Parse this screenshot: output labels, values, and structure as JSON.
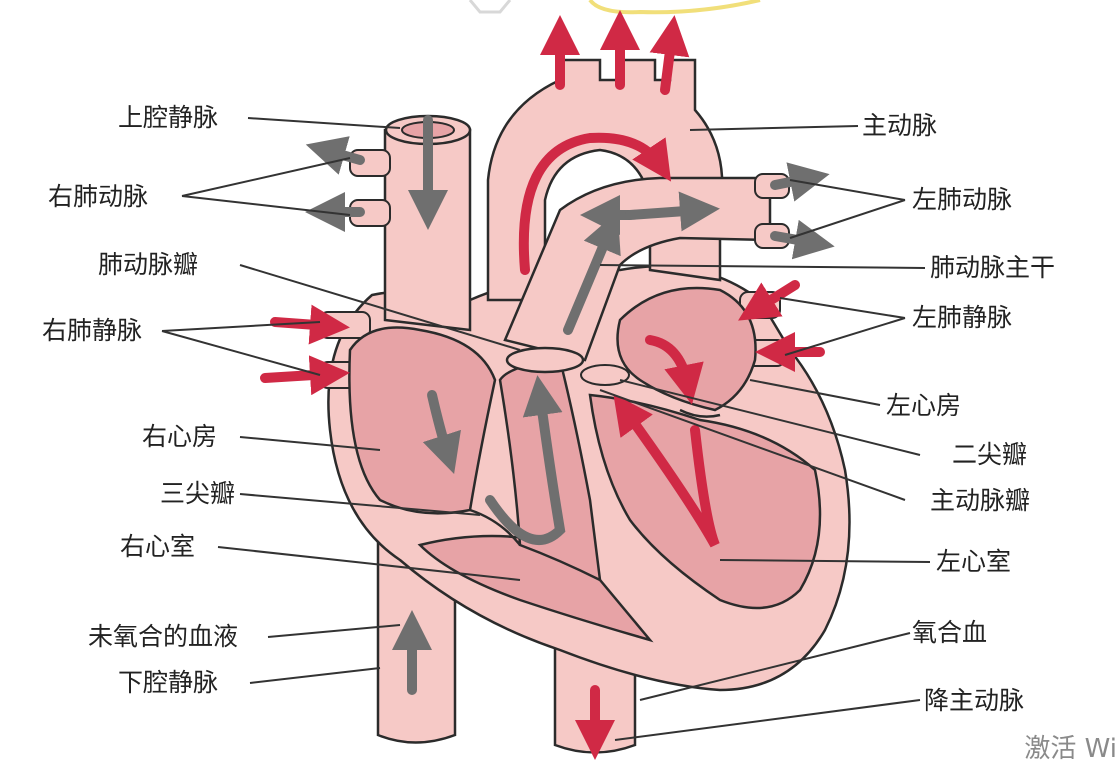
{
  "labels": {
    "superior_vena_cava": "上腔静脉",
    "right_pulmonary_artery": "右肺动脉",
    "pulmonary_valve": "肺动脉瓣",
    "right_pulmonary_veins": "右肺静脉",
    "right_atrium": "右心房",
    "tricuspid_valve": "三尖瓣",
    "right_ventricle": "右心室",
    "deoxygenated_blood": "未氧合的血液",
    "inferior_vena_cava": "下腔静脉",
    "aorta": "主动脉",
    "left_pulmonary_artery": "左肺动脉",
    "pulmonary_trunk": "肺动脉主干",
    "left_pulmonary_veins": "左肺静脉",
    "left_atrium": "左心房",
    "mitral_valve": "二尖瓣",
    "aortic_valve": "主动脉瓣",
    "left_ventricle": "左心室",
    "oxygenated_blood": "氧合血",
    "descending_aorta": "降主动脉"
  },
  "watermark": "激活 Wi",
  "colors": {
    "tissue": "#f6c9c6",
    "chamber": "#e7a3a6",
    "outline": "#2b2b2b",
    "oxygenated_arrow": "#d02945",
    "deoxygenated_arrow": "#6f6f6f",
    "leader_line": "#333333"
  }
}
